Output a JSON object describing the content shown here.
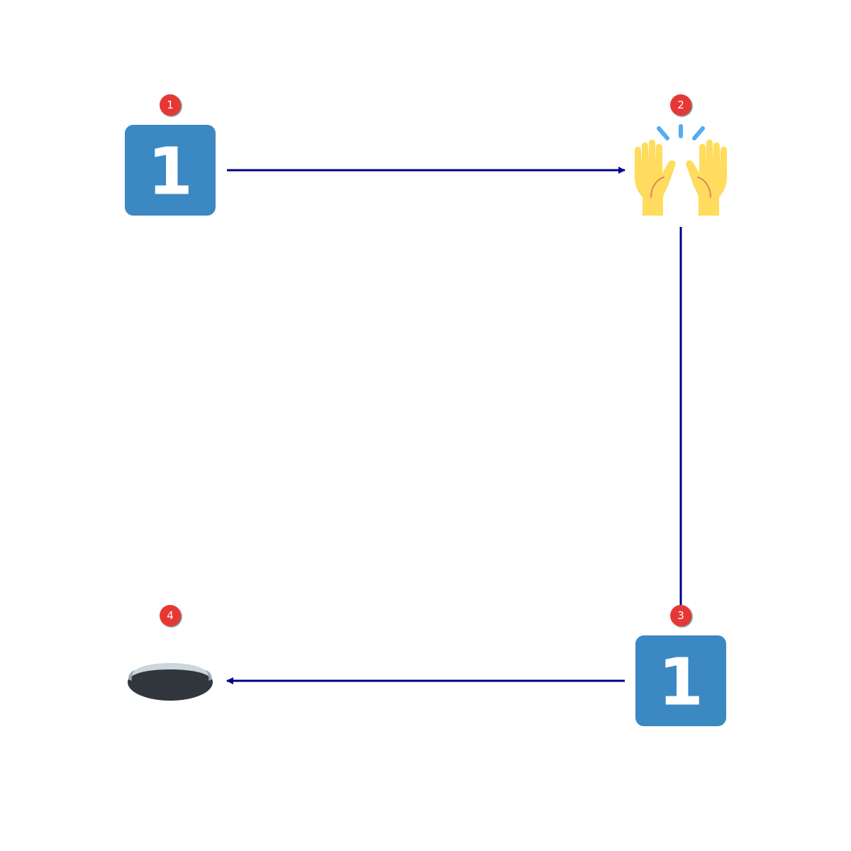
{
  "diagram": {
    "colors": {
      "arrow": "#00008b",
      "badge": "#e53935",
      "keycap": "#3b88c3",
      "hands": "#ffdc5d",
      "sparkle": "#55acee",
      "hole_rim": "#ccd6dd",
      "hole_inside": "#31373d"
    },
    "nodes": [
      {
        "id": "n1",
        "badge": "1",
        "icon": "keycap-digit-one-icon",
        "glyph": "1"
      },
      {
        "id": "n2",
        "badge": "2",
        "icon": "raising-hands-icon"
      },
      {
        "id": "n3",
        "badge": "3",
        "icon": "keycap-digit-one-icon",
        "glyph": "1"
      },
      {
        "id": "n4",
        "badge": "4",
        "icon": "hole-icon"
      }
    ],
    "edges": [
      {
        "from": "n1",
        "to": "n2"
      },
      {
        "from": "n2",
        "to": "n3"
      },
      {
        "from": "n3",
        "to": "n4"
      }
    ]
  }
}
